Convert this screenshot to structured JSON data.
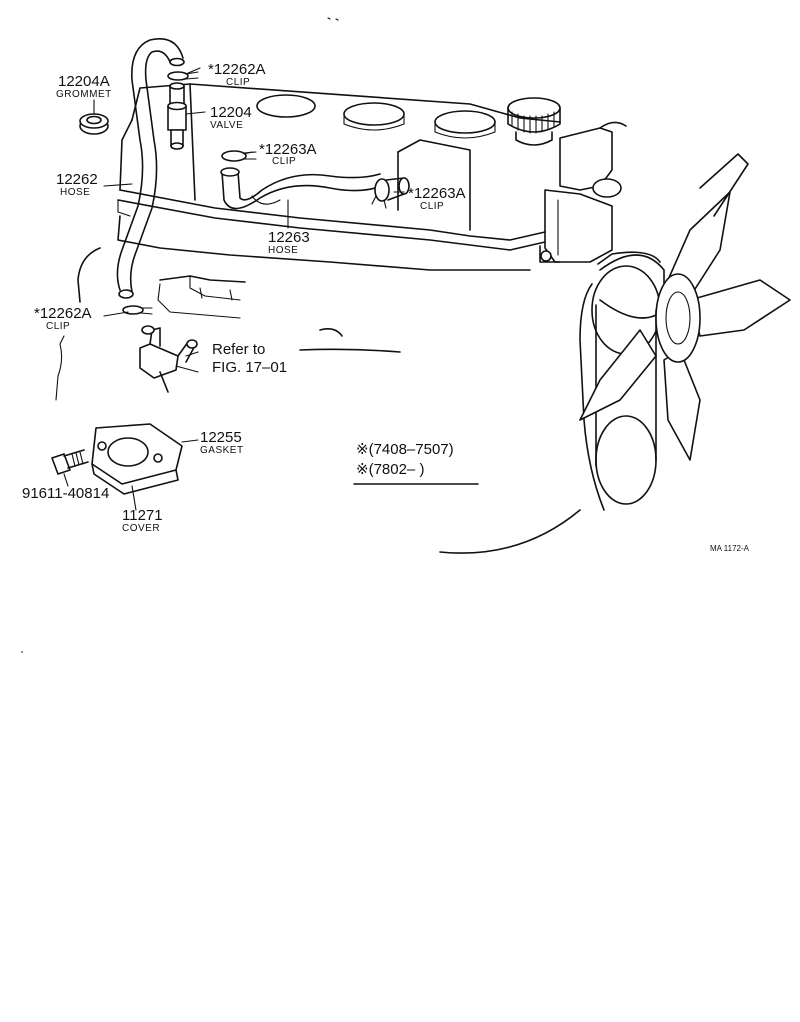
{
  "diagram": {
    "parts": [
      {
        "number": "12204A",
        "name": "GROMMET"
      },
      {
        "number": "*12262A",
        "name": "CLIP"
      },
      {
        "number": "12204",
        "name": "VALVE"
      },
      {
        "number": "*12263A",
        "name": "CLIP"
      },
      {
        "number": "12262",
        "name": "HOSE"
      },
      {
        "number": "*12263A",
        "name": "CLIP"
      },
      {
        "number": "12263",
        "name": "HOSE"
      },
      {
        "number": "*12262A",
        "name": "CLIP"
      },
      {
        "number": "12255",
        "name": "GASKET"
      },
      {
        "number": "91611-40814",
        "name": ""
      },
      {
        "number": "11271",
        "name": "COVER"
      }
    ],
    "reference": {
      "line1": "Refer to",
      "line2": "FIG. 17–01"
    },
    "legend": [
      "※(7408–7507)",
      "※(7802–      )"
    ],
    "figure_code": "MA 1172-A"
  }
}
